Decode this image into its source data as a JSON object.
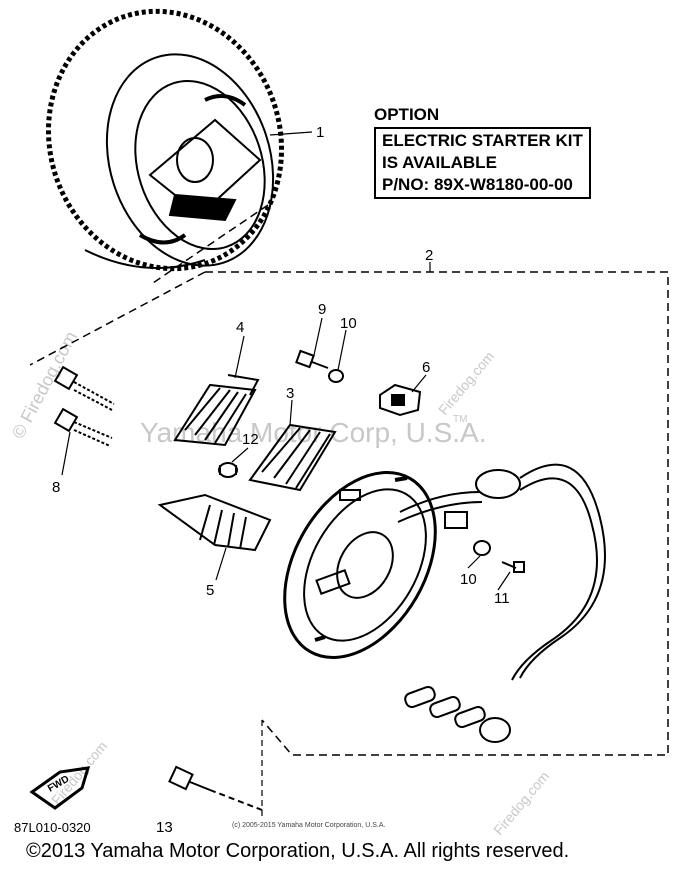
{
  "option": {
    "heading": "OPTION",
    "lines": [
      "ELECTRIC STARTER KIT",
      "IS AVAILABLE",
      "P/NO: 89X-W8180-00-00"
    ]
  },
  "callouts": [
    "1",
    "2",
    "3",
    "4",
    "5",
    "6",
    "8",
    "9",
    "10",
    "10",
    "11",
    "12",
    "13"
  ],
  "fwd_label": "FWD",
  "part_code": "87L010-0320",
  "small_copyright": "(c) 2005-2015 Yamaha Motor Corporation, U.S.A.",
  "copyright": "©2013 Yamaha Motor Corporation, U.S.A. All rights reserved.",
  "watermarks": {
    "center": "Yamaha Motor Corp, U.S.A.",
    "tm": "TM",
    "firedog": "© Firedog.com",
    "firedog_short": "Firedog.com"
  }
}
